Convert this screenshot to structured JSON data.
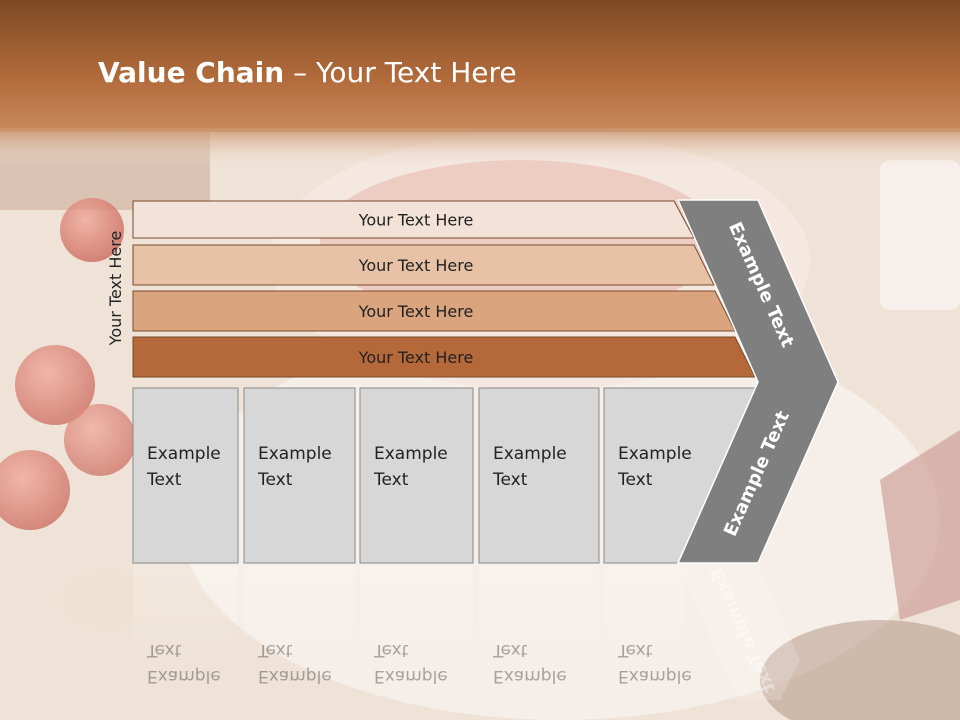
{
  "header": {
    "title_bold": "Value Chain",
    "title_rest": " – Your Text Here"
  },
  "side_label": "Your Text Here",
  "bands": [
    {
      "label": "Your Text Here",
      "color": "#f2e2d7"
    },
    {
      "label": "Your Text Here",
      "color": "#e8c2a6"
    },
    {
      "label": "Your Text Here",
      "color": "#d9a47e"
    },
    {
      "label": "Your Text Here",
      "color": "#b5683a"
    }
  ],
  "columns": [
    {
      "line1": "Example",
      "line2": "Text"
    },
    {
      "line1": "Example",
      "line2": "Text"
    },
    {
      "line1": "Example",
      "line2": "Text"
    },
    {
      "line1": "Example",
      "line2": "Text"
    },
    {
      "line1": "Example",
      "line2": "Text"
    }
  ],
  "chevron": {
    "upper_label": "Example Text",
    "lower_label": "Example Text"
  },
  "colors": {
    "header_band": "#a85f33",
    "column_fill": "#d7d7d7",
    "chevron_fill": "#7f7f7f"
  }
}
